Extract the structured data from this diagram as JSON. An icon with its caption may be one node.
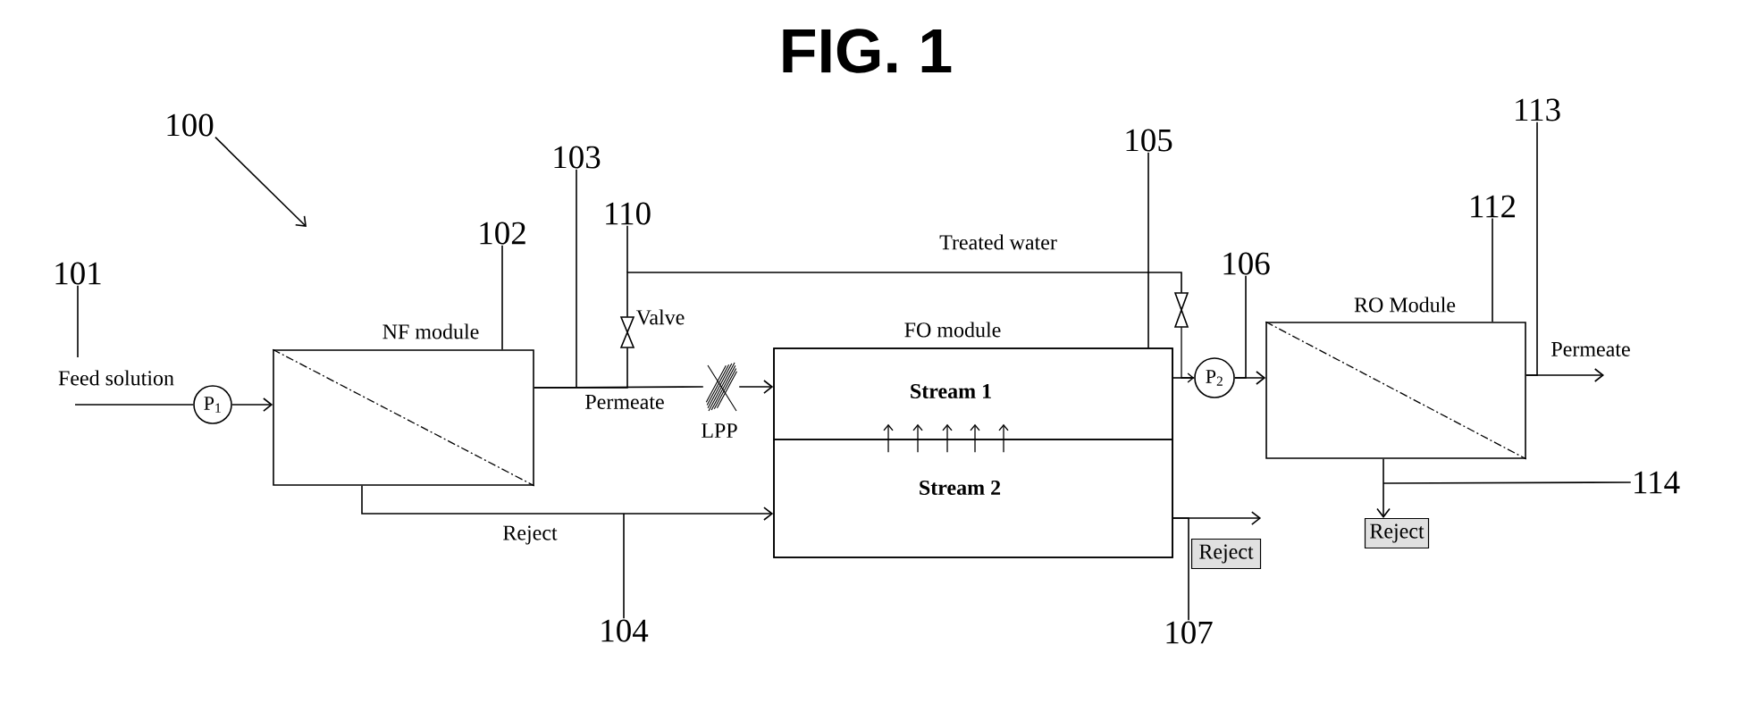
{
  "diagram": {
    "title": "FIG. 1",
    "nodes": [
      {
        "text": [
          "100"
        ]
      },
      {
        "text": [
          "101"
        ]
      },
      {
        "text": [
          "102"
        ]
      },
      {
        "text": [
          "103"
        ]
      },
      {
        "text": [
          "110"
        ]
      },
      {
        "text": [
          "105"
        ]
      },
      {
        "text": [
          "106"
        ]
      },
      {
        "text": [
          "112"
        ]
      },
      {
        "text": [
          "113"
        ]
      },
      {
        "text": [
          "114"
        ]
      },
      {
        "text": [
          "104"
        ]
      },
      {
        "text": [
          "107"
        ]
      },
      {
        "text": [
          "P$_{1}$"
        ]
      },
      {
        "text": [
          "NF module"
        ]
      },
      {
        "text": [],
        "shape": "valve",
        "beside": [
          "Valve"
        ]
      },
      {
        "text": [],
        "shape": "cross",
        "beside": [
          "LPP"
        ]
      },
      {
        "text": [
          "FO module"
        ]
      },
      {
        "text": [
          "Stream 1"
        ],
        "in": 16
      },
      {
        "text": [
          "Stream 2"
        ],
        "in": 16
      },
      {
        "text": [],
        "shape": "valve"
      },
      {
        "text": [
          "P$_{2}$"
        ]
      },
      {
        "text": [
          "RO Module"
        ]
      },
      {
        "text": [
          "Reject"
        ]
      },
      {
        "text": [
          "Reject"
        ]
      }
    ],
    "edges": [
      {
        "from": null,
        "to": 12,
        "arrow": "none",
        "label": "Feed solution"
      },
      {
        "from": 12,
        "to": 13,
        "arrow": "to"
      },
      {
        "from": 13,
        "to": 15,
        "arrow": "none",
        "label": "Permeate"
      },
      {
        "from": 15,
        "to": 17,
        "arrow": "to"
      },
      {
        "from": 13,
        "to": 14,
        "arrow": "none"
      },
      {
        "from": 14,
        "to": 19,
        "arrow": "none",
        "label": "Treated water"
      },
      {
        "from": 19,
        "to": 20,
        "arrow": "to"
      },
      {
        "from": 17,
        "to": 20,
        "arrow": "none"
      },
      {
        "from": 20,
        "to": 21,
        "arrow": "to"
      },
      {
        "from": 21,
        "to": null,
        "arrow": "to",
        "label": "Permeate"
      },
      {
        "from": 21,
        "to": 23,
        "arrow": "to"
      },
      {
        "from": 13,
        "to": 18,
        "arrow": "to",
        "label": "Reject"
      },
      {
        "from": 18,
        "to": 22,
        "arrow": "to"
      },
      {
        "from": 0,
        "to": null,
        "arrow": "to"
      },
      {
        "from": 1,
        "to": null,
        "arrow": "none"
      },
      {
        "from": 2,
        "to": 13,
        "arrow": "none"
      },
      {
        "from": 3,
        "to": null,
        "arrow": "none"
      },
      {
        "from": 4,
        "to": null,
        "arrow": "none"
      },
      {
        "from": 5,
        "to": 16,
        "arrow": "none"
      },
      {
        "from": 6,
        "to": 20,
        "arrow": "none"
      },
      {
        "from": 7,
        "to": 21,
        "arrow": "none"
      },
      {
        "from": 8,
        "to": 21,
        "arrow": "none"
      },
      {
        "from": 9,
        "to": null,
        "arrow": "none"
      },
      {
        "from": 10,
        "to": null,
        "arrow": "none"
      },
      {
        "from": 11,
        "to": 18,
        "arrow": "none"
      },
      {
        "from": 18,
        "to": 17,
        "arrow": "to"
      },
      {
        "from": 18,
        "to": 17,
        "arrow": "to"
      },
      {
        "from": 18,
        "to": 17,
        "arrow": "to"
      },
      {
        "from": 18,
        "to": 17,
        "arrow": "to"
      },
      {
        "from": 18,
        "to": 17,
        "arrow": "to"
      }
    ]
  }
}
